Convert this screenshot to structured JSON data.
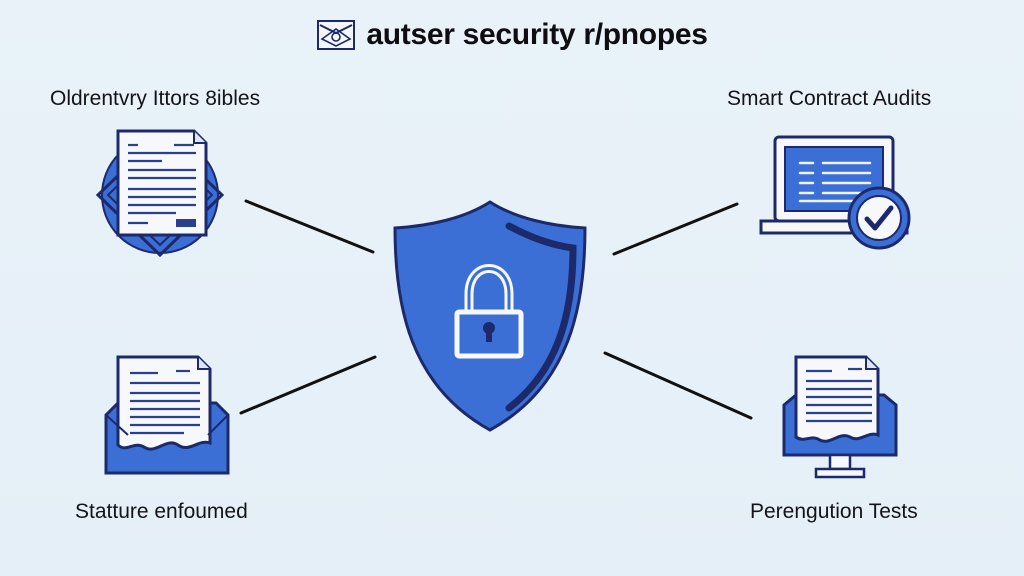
{
  "header": {
    "title": "autser security r/pnopes",
    "logo_icon": "emblem-logo-icon"
  },
  "center": {
    "icon": "shield-lock-icon"
  },
  "nodes": [
    {
      "id": "top-left",
      "label": "Oldrentvry Ittors 8ibles",
      "icon": "document-badge-icon"
    },
    {
      "id": "top-right",
      "label": "Smart Contract Audits",
      "icon": "laptop-check-icon"
    },
    {
      "id": "bottom-left",
      "label": "Statture enfoumed",
      "icon": "envelope-document-icon"
    },
    {
      "id": "bottom-right",
      "label": "Perengution Tests",
      "icon": "monitor-envelope-icon"
    }
  ],
  "colors": {
    "background": "#e8f1f8",
    "primary_blue": "#3b6fd6",
    "dark_navy": "#1c2a6b",
    "text": "#111111",
    "connector": "#111111"
  }
}
